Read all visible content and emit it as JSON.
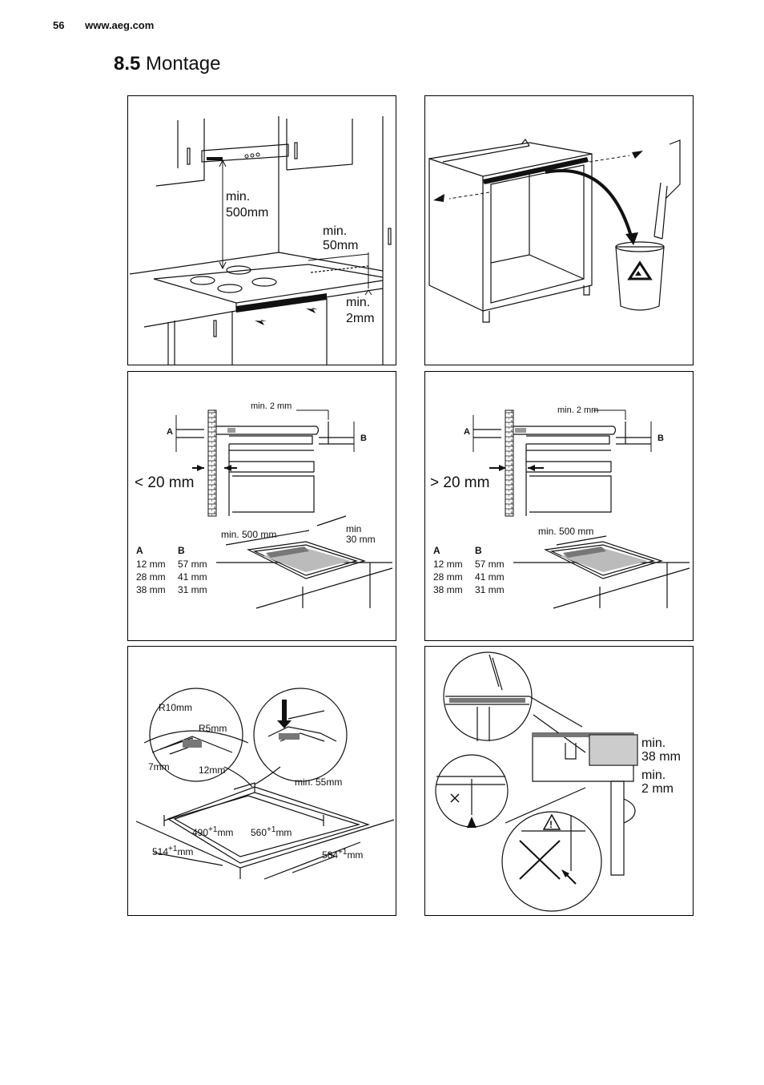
{
  "header": {
    "page_number": "56",
    "url": "www.aeg.com"
  },
  "section": {
    "number": "8.5",
    "title": "Montage"
  },
  "panel1": {
    "min": "min.",
    "v500": "500mm",
    "v50": "50mm",
    "v2": "2mm"
  },
  "panel3": {
    "min2": "min. 2 mm",
    "a": "A",
    "b": "B",
    "lt20": "< 20 mm",
    "min500": "min. 500 mm",
    "min_label": "min",
    "v30": "30 mm",
    "table": {
      "headers": [
        "A",
        "B"
      ],
      "rows": [
        [
          "12 mm",
          "57 mm"
        ],
        [
          "28 mm",
          "41 mm"
        ],
        [
          "38 mm",
          "31 mm"
        ]
      ]
    }
  },
  "panel4": {
    "min2": "min. 2 mm",
    "a": "A",
    "b": "B",
    "gt20": "> 20 mm",
    "min500": "min. 500 mm",
    "table": {
      "headers": [
        "A",
        "B"
      ],
      "rows": [
        [
          "12 mm",
          "57 mm"
        ],
        [
          "28 mm",
          "41 mm"
        ],
        [
          "38 mm",
          "31 mm"
        ]
      ]
    }
  },
  "panel5": {
    "r10": "R10mm",
    "r5": "R5mm",
    "v7": "7mm",
    "v12": "12mm",
    "min55": "min. 55mm",
    "d490": "490",
    "d560": "560",
    "d514": "514",
    "d584": "584",
    "tol": "+1",
    "unit": "mm"
  },
  "panel6": {
    "min": "min.",
    "v38": "38 mm",
    "v2": "2 mm",
    "warning": "!"
  }
}
